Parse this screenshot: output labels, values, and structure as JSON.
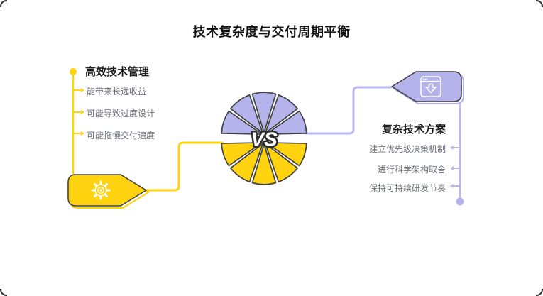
{
  "title": "技术复杂度与交付周期平衡",
  "center": {
    "vs_label": "VS"
  },
  "left_section": {
    "heading": "高效技术管理",
    "items": [
      {
        "label": "能带来长远收益"
      },
      {
        "label": "可能导致过度设计"
      },
      {
        "label": "可能拖慢交付速度"
      }
    ],
    "badge_icon": "gear-icon"
  },
  "right_section": {
    "heading": "复杂技术方案",
    "items": [
      {
        "label": "建立优先级决策机制"
      },
      {
        "label": "进行科学架构取舍"
      },
      {
        "label": "保持可持续研发节奏"
      }
    ],
    "badge_icon": "browser-download-icon"
  },
  "colors": {
    "yellow": "#FFD30F",
    "purple": "#B5B3EC",
    "purple_line": "#BAB8F1",
    "outline": "#424242",
    "vs_stroke": "#2d2d2d",
    "vs_fill": "#FFFFFF",
    "icon_stroke": "#FFFFFF"
  }
}
